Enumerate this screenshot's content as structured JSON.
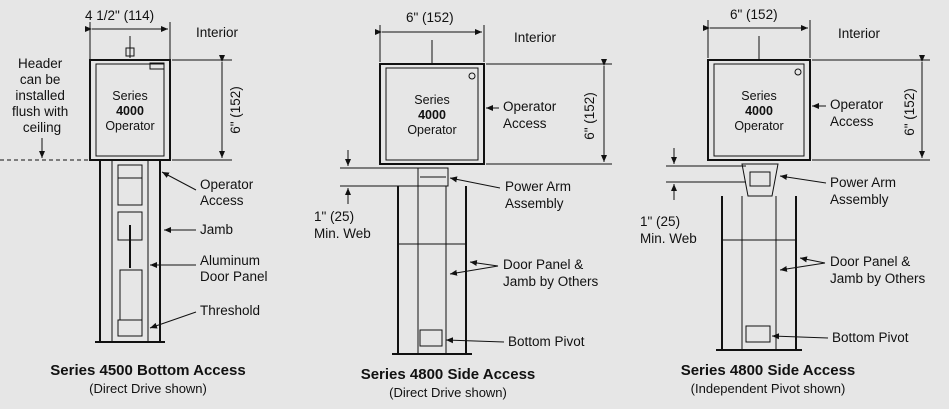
{
  "diagrams": [
    {
      "width_label": "4 1/2\" (114)",
      "interior_label": "Interior",
      "height_label": "6\" (152)",
      "operator_series": "Series",
      "operator_model": "4000",
      "operator_word": "Operator",
      "header_note": [
        "Header",
        "can be",
        "installed",
        "flush with",
        "ceiling"
      ],
      "callouts": {
        "operator_access": [
          "Operator",
          "Access"
        ],
        "jamb": "Jamb",
        "door_panel": [
          "Aluminum",
          "Door Panel"
        ],
        "threshold": "Threshold"
      },
      "caption": "Series 4500 Bottom Access",
      "subcaption": "(Direct Drive shown)"
    },
    {
      "width_label": "6\" (152)",
      "interior_label": "Interior",
      "height_label": "6\" (152)",
      "operator_series": "Series",
      "operator_model": "4000",
      "operator_word": "Operator",
      "callouts": {
        "operator_access": [
          "Operator",
          "Access"
        ],
        "power_arm": [
          "Power Arm",
          "Assembly"
        ],
        "web": [
          "1\" (25)",
          "Min. Web"
        ],
        "door_panel": [
          "Door Panel &",
          "Jamb by Others"
        ],
        "bottom_pivot": "Bottom Pivot"
      },
      "caption": "Series 4800 Side Access",
      "subcaption": "(Direct Drive shown)"
    },
    {
      "width_label": "6\" (152)",
      "interior_label": "Interior",
      "height_label": "6\" (152)",
      "operator_series": "Series",
      "operator_model": "4000",
      "operator_word": "Operator",
      "callouts": {
        "operator_access": [
          "Operator",
          "Access"
        ],
        "power_arm": [
          "Power Arm",
          "Assembly"
        ],
        "web": [
          "1\" (25)",
          "Min. Web"
        ],
        "door_panel": [
          "Door Panel &",
          "Jamb by Others"
        ],
        "bottom_pivot": "Bottom Pivot"
      },
      "caption": "Series 4800 Side Access",
      "subcaption": "(Independent Pivot shown)"
    }
  ]
}
